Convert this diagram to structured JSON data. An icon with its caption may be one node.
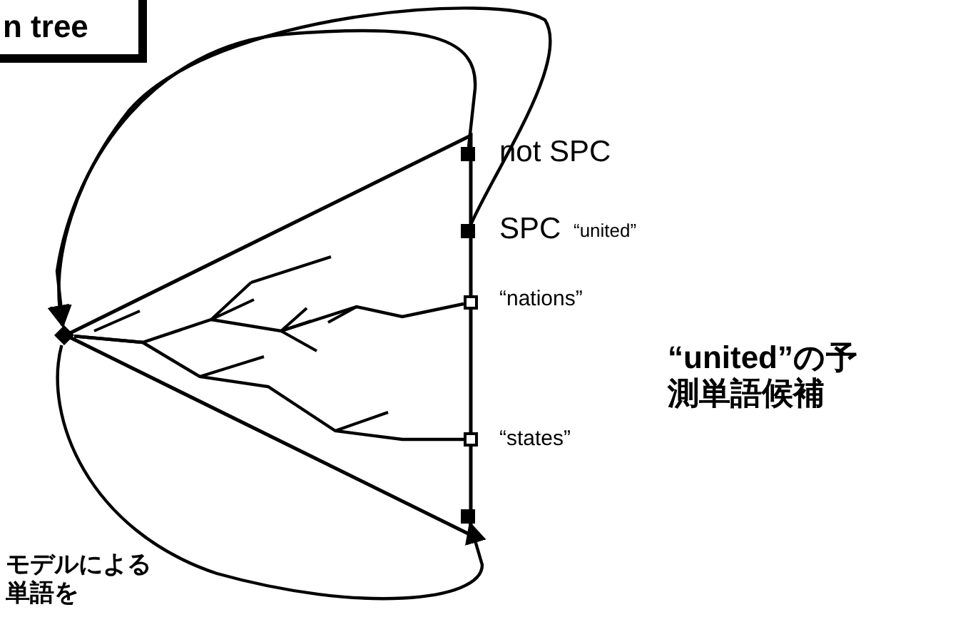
{
  "diagram": {
    "nodes": [
      {
        "text": [
          "n tree"
        ]
      },
      {
        "text": [],
        "shape": "diamond"
      },
      {
        "text": [],
        "shape": "box",
        "beside": [
          "not SPC"
        ]
      },
      {
        "text": [],
        "shape": "box",
        "beside": [
          "SPC",
          "“united”"
        ]
      },
      {
        "text": [],
        "shape": "box",
        "beside": [
          "“nations”"
        ]
      },
      {
        "text": [],
        "shape": "box",
        "beside": [
          "“states”"
        ]
      },
      {
        "text": [],
        "shape": "box"
      }
    ],
    "edges": [
      {
        "from": 2,
        "to": 1,
        "arrow": "to"
      },
      {
        "from": 3,
        "to": 1,
        "arrow": "to"
      },
      {
        "from": 1,
        "to": 6,
        "arrow": "to"
      },
      {
        "from": 1,
        "to": 4,
        "arrow": "none"
      },
      {
        "from": 1,
        "to": 5,
        "arrow": "none"
      }
    ],
    "labels": [
      "“united”の予測単語候補",
      "モデルによる単語を"
    ]
  }
}
